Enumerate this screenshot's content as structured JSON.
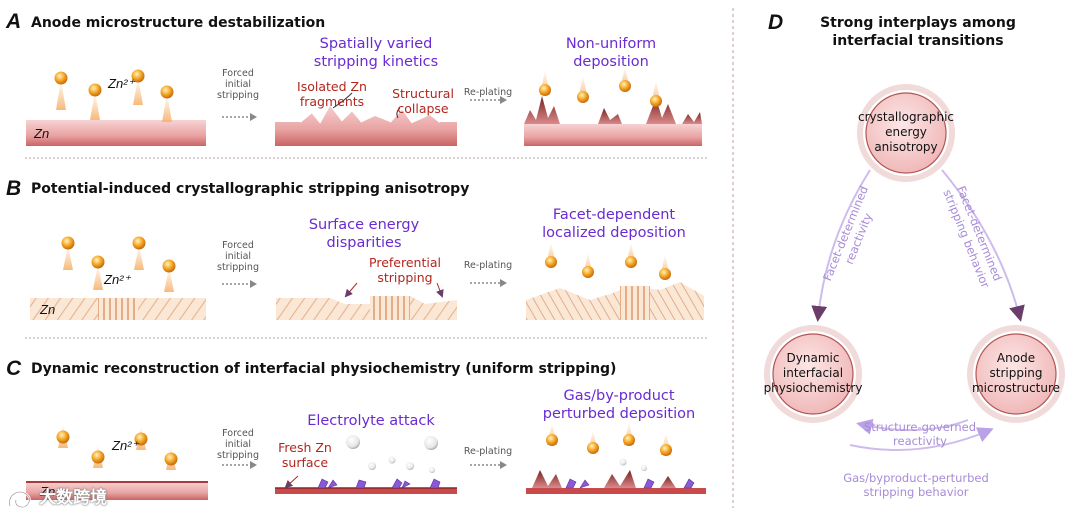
{
  "panels": {
    "A": {
      "letter": "A",
      "title": "Anode microstructure destabilization",
      "ion_label": "Zn²⁺",
      "zn_label": "Zn",
      "step1": "Forced\ninitial\nstripping",
      "step2": "Re-plating",
      "mid_purple": "Spatially varied\nstripping kinetics",
      "right_purple": "Non-uniform\ndeposition",
      "red1": "Isolated Zn\nfragments",
      "red2": "Structural\ncollapse"
    },
    "B": {
      "letter": "B",
      "title": "Potential-induced crystallographic stripping anisotropy",
      "ion_label": "Zn²⁺",
      "zn_label": "Zn",
      "step1": "Forced\ninitial\nstripping",
      "step2": "Re-plating",
      "mid_purple": "Surface energy\ndisparities",
      "right_purple": "Facet-dependent\nlocalized deposition",
      "red1": "Preferential\nstripping"
    },
    "C": {
      "letter": "C",
      "title": "Dynamic reconstruction of interfacial physiochemistry (uniform stripping)",
      "ion_label": "Zn²⁺",
      "zn_label": "Zn",
      "step1": "Forced\ninitial\nstripping",
      "step2": "Re-plating",
      "mid_purple": "Electrolyte attack",
      "right_purple": "Gas/by-product\nperturbed deposition",
      "red1": "Fresh Zn\nsurface"
    },
    "D": {
      "letter": "D",
      "title": "Strong interplays among\ninterfacial transitions",
      "node_top": "crystallographic\nenergy\nanisotropy",
      "node_left": "Dynamic\ninterfacial\nphysiochemistry",
      "node_right": "Anode\nstripping\nmicrostructure",
      "edge_left": "Facet-determined\nreactivity",
      "edge_right": "Facet-determined\nstripping behavior",
      "edge_bottom_top": "Structure-governed\nreactivity",
      "edge_bottom_low": "Gas/byproduct-perturbed\nstripping behavior"
    }
  },
  "watermark": "大数跨境",
  "colors": {
    "ion": "#f4a340",
    "zn_bar": "#e8a0a0",
    "zn_dark": "#b24545",
    "purple": "#6a2bd1",
    "red": "#b3261e",
    "node_fill": "#f2c3c3",
    "lavender": "#a78bd8"
  }
}
